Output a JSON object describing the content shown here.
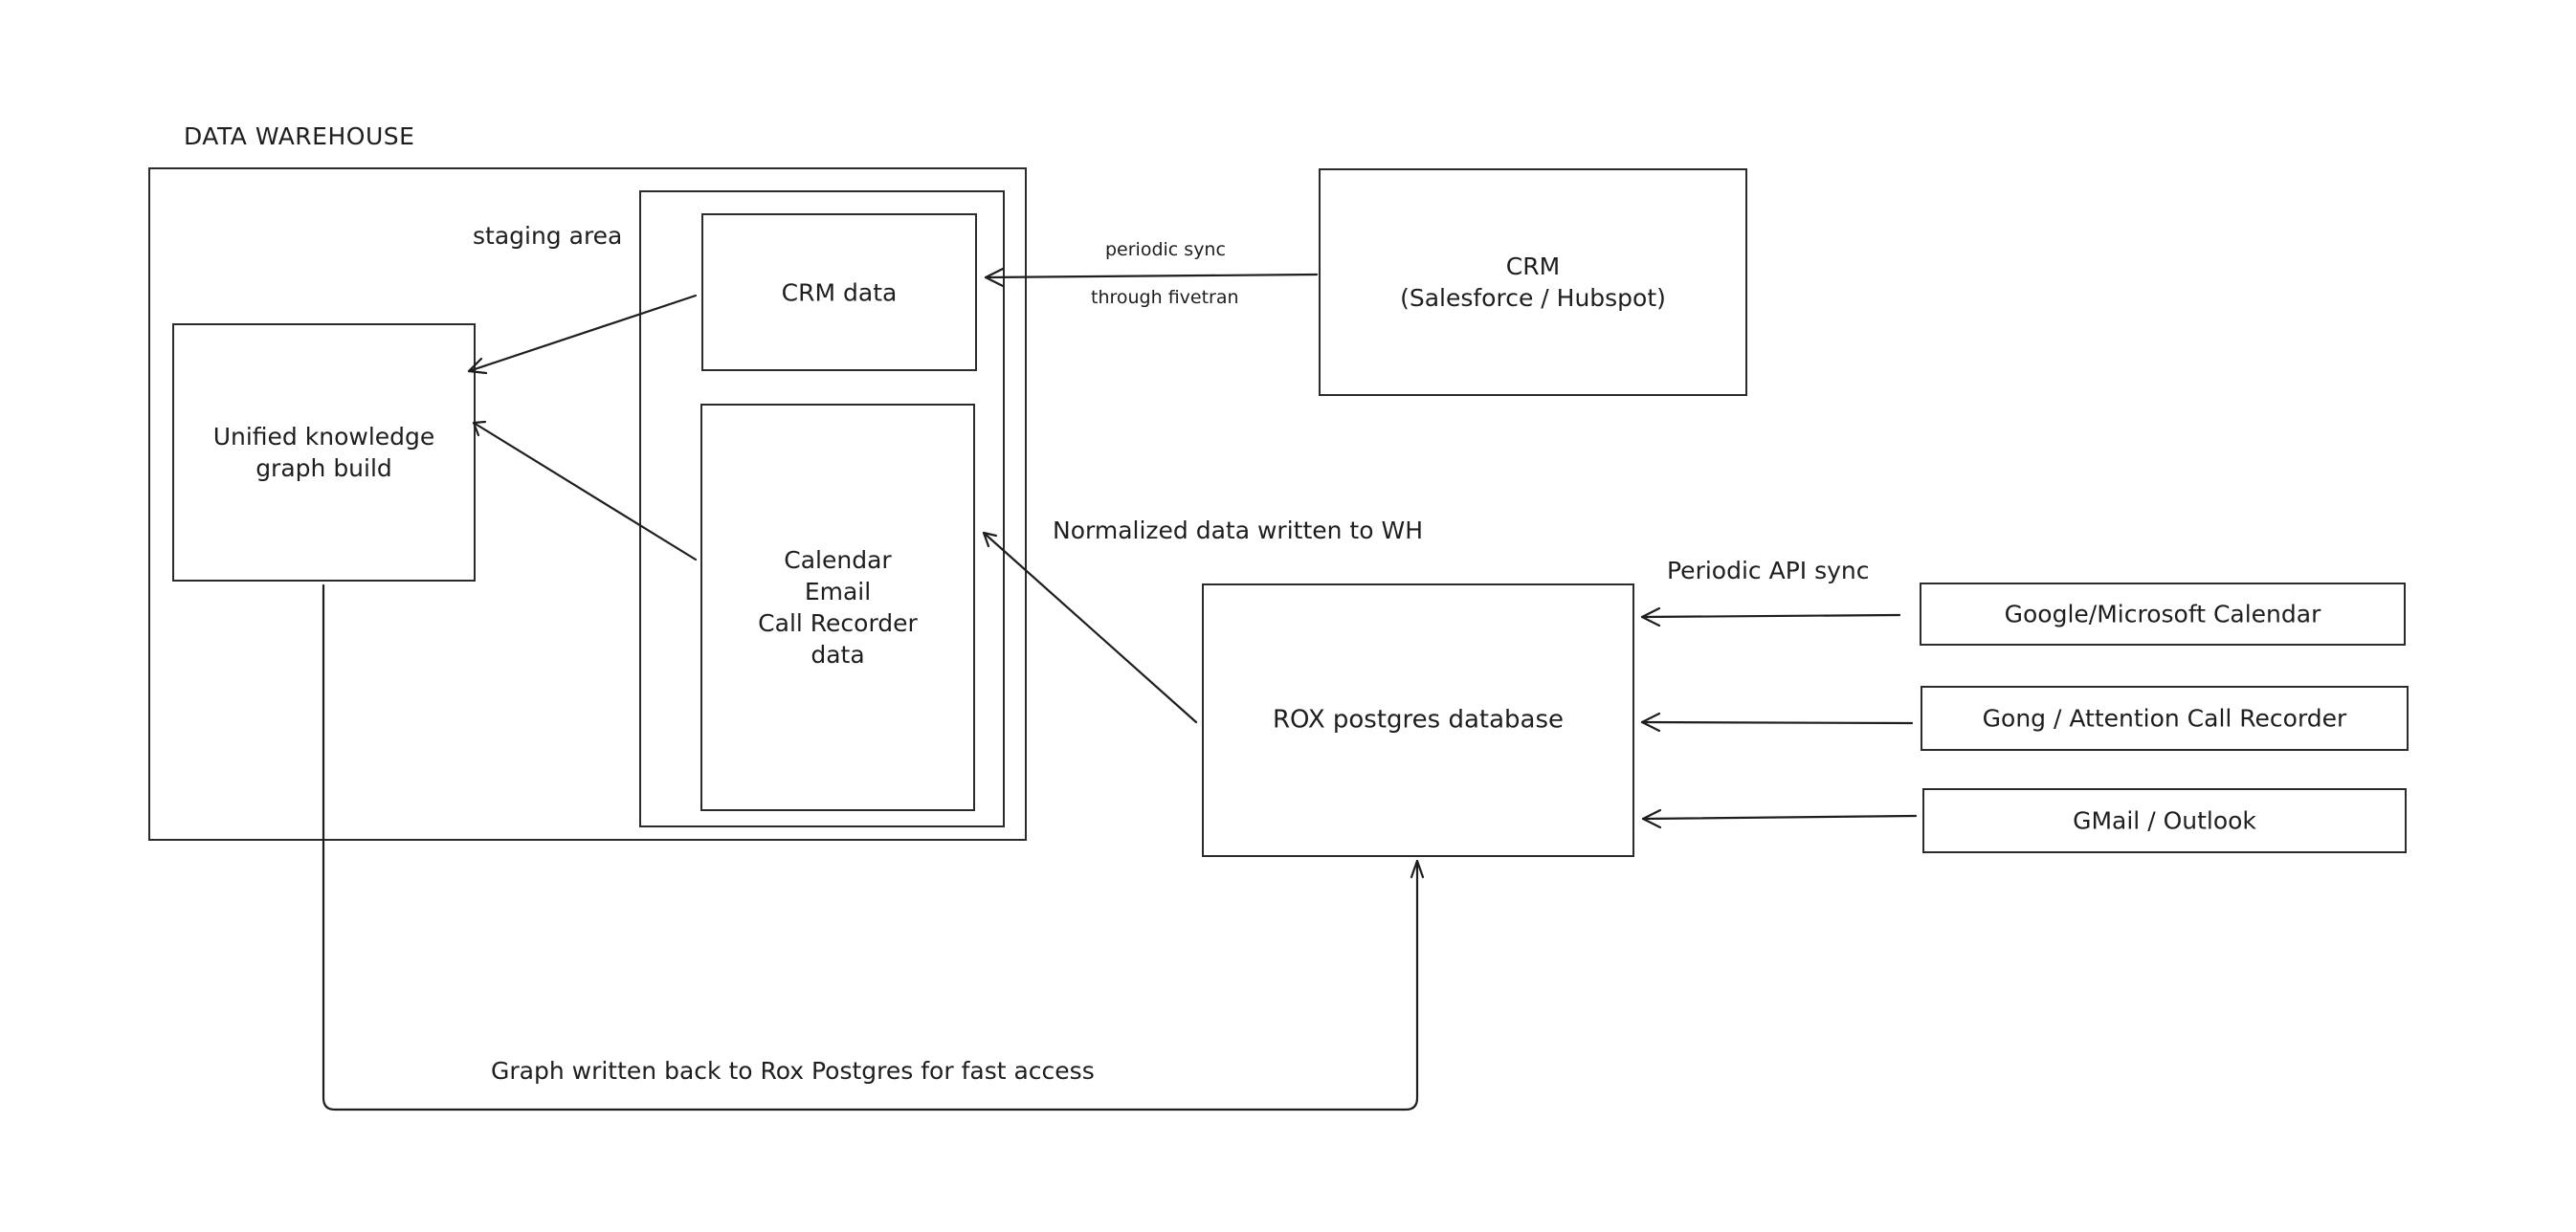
{
  "diagram": {
    "groups": {
      "data_warehouse": "DATA WAREHOUSE",
      "staging_area": "staging area"
    },
    "nodes": {
      "crm_data": "CRM data",
      "calendar_email_data": "Calendar\nEmail\nCall Recorder\ndata",
      "unified_knowledge_graph": "Unified knowledge\ngraph build",
      "crm_source": "CRM\n(Salesforce / Hubspot)",
      "rox_postgres": "ROX postgres database",
      "calendar_source": "Google/Microsoft Calendar",
      "call_recorder_source": "Gong / Attention Call Recorder",
      "email_source": "GMail / Outlook"
    },
    "edge_labels": {
      "crm_sync_line1": "periodic sync",
      "crm_sync_line2": "through fivetran",
      "normalized_write": "Normalized data written to WH",
      "periodic_api_sync": "Periodic API sync",
      "graph_writeback": "Graph written back to Rox Postgres for fast access"
    },
    "edges": [
      {
        "from": "CRM (Salesforce / Hubspot)",
        "to": "CRM data",
        "label": "periodic sync through fivetran"
      },
      {
        "from": "CRM data",
        "to": "Unified knowledge graph build",
        "label": ""
      },
      {
        "from": "Calendar Email Call Recorder data",
        "to": "Unified knowledge graph build",
        "label": ""
      },
      {
        "from": "ROX postgres database",
        "to": "Calendar Email Call Recorder data",
        "label": "Normalized data written to WH"
      },
      {
        "from": "Google/Microsoft Calendar",
        "to": "ROX postgres database",
        "label": "Periodic API sync"
      },
      {
        "from": "Gong / Attention Call Recorder",
        "to": "ROX postgres database",
        "label": ""
      },
      {
        "from": "GMail / Outlook",
        "to": "ROX postgres database",
        "label": ""
      },
      {
        "from": "Unified knowledge graph build",
        "to": "ROX postgres database",
        "label": "Graph written back to Rox Postgres for fast access"
      }
    ]
  }
}
